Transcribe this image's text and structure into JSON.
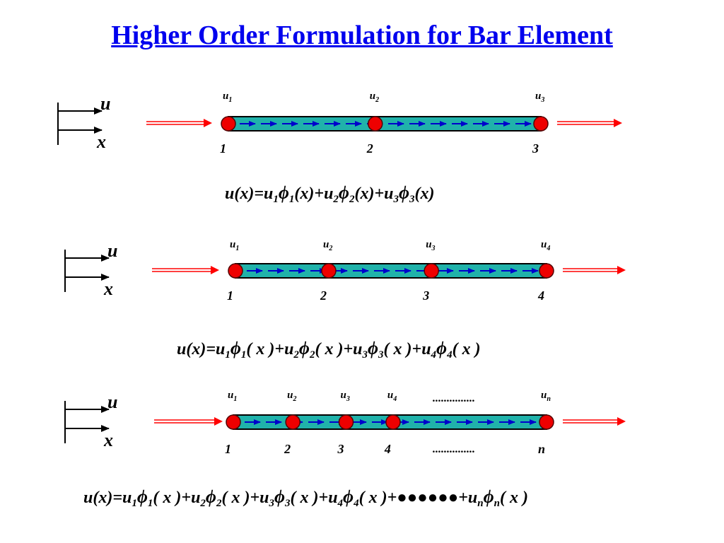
{
  "title": "Higher Order Formulation for Bar Element",
  "colors": {
    "title": "#0000ee",
    "bar_fill": "#20b2aa",
    "bar_stroke": "#000000",
    "internal_arrow": "#0000cc",
    "load_arrow": "#ff0000",
    "node_fill": "#ee0000",
    "node_stroke": "#550000"
  },
  "axes_labels": {
    "u": "u",
    "x": "x"
  },
  "rows": [
    {
      "nodes": [
        {
          "pos": 0,
          "num": "1",
          "disp": "u",
          "sub": "1"
        },
        {
          "pos": 0.47,
          "num": "2",
          "disp": "u",
          "sub": "2"
        },
        {
          "pos": 1,
          "num": "3",
          "disp": "u",
          "sub": "3"
        }
      ],
      "terms": [
        "1",
        "2",
        "3"
      ],
      "args": "(x)",
      "ellipsis": false
    },
    {
      "nodes": [
        {
          "pos": 0,
          "num": "1",
          "disp": "u",
          "sub": "1"
        },
        {
          "pos": 0.3,
          "num": "2",
          "disp": "u",
          "sub": "2"
        },
        {
          "pos": 0.63,
          "num": "3",
          "disp": "u",
          "sub": "3"
        },
        {
          "pos": 1,
          "num": "4",
          "disp": "u",
          "sub": "4"
        }
      ],
      "terms": [
        "1",
        "2",
        "3",
        "4"
      ],
      "args": "( x )",
      "ellipsis": false
    },
    {
      "nodes": [
        {
          "pos": 0,
          "num": "1",
          "disp": "u",
          "sub": "1"
        },
        {
          "pos": 0.19,
          "num": "2",
          "disp": "u",
          "sub": "2"
        },
        {
          "pos": 0.36,
          "num": "3",
          "disp": "u",
          "sub": "3"
        },
        {
          "pos": 0.51,
          "num": "4",
          "disp": "u",
          "sub": "4"
        },
        {
          "pos": 1,
          "num": "n",
          "disp": "u",
          "sub": "n"
        }
      ],
      "terms": [
        "1",
        "2",
        "3",
        "4"
      ],
      "args": "( x )",
      "ellipsis": true,
      "dots_top": "...............",
      "dots_bottom": "...............",
      "bullets": "●●●●●●",
      "last_term": "n"
    }
  ]
}
